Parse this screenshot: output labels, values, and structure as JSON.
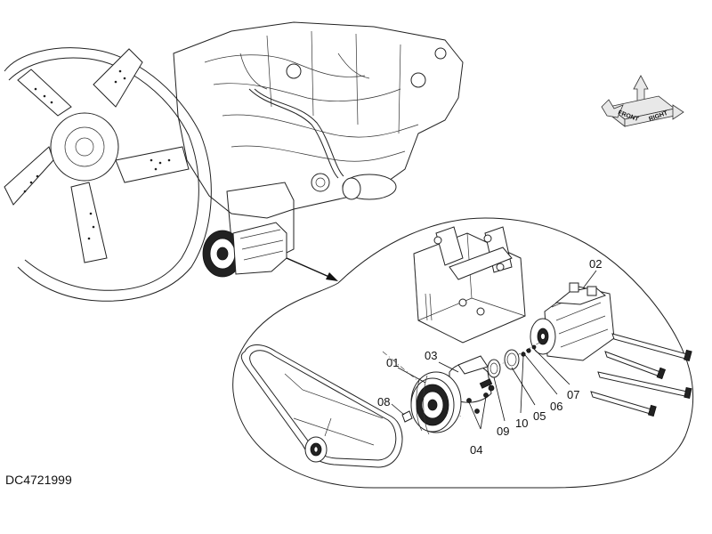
{
  "drawing_ref": "DC4721999",
  "callouts": {
    "c01": "01",
    "c02": "02",
    "c03": "03",
    "c04": "04",
    "c05": "05",
    "c06": "06",
    "c07": "07",
    "c08": "08",
    "c09": "09",
    "c10": "10"
  },
  "orientation": {
    "front": "FRONT",
    "right": "RIGHT"
  }
}
